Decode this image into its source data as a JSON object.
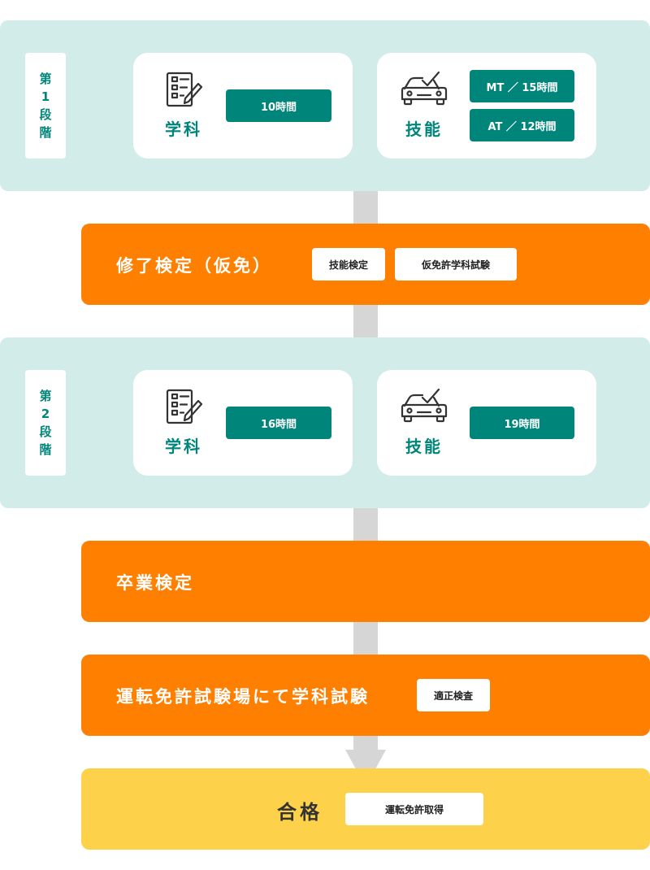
{
  "stage1": {
    "tag": [
      "第",
      "1",
      "段",
      "階"
    ],
    "academic": {
      "label": "学科",
      "hours": "10時間",
      "icon": "document-checklist-icon"
    },
    "practical": {
      "label": "技能",
      "hours": [
        "MT ／ 15時間",
        "AT ／ 12時間"
      ],
      "icon": "car-check-icon"
    }
  },
  "kentei1": {
    "title": "修了検定（仮免）",
    "chips": [
      "技能検定",
      "仮免許学科試験"
    ]
  },
  "stage2": {
    "tag": [
      "第",
      "2",
      "段",
      "階"
    ],
    "academic": {
      "label": "学科",
      "hours": "16時間",
      "icon": "document-checklist-icon"
    },
    "practical": {
      "label": "技能",
      "hours": "19時間",
      "icon": "car-check-icon"
    }
  },
  "sotsugyo": {
    "title": "卒業検定"
  },
  "shiken": {
    "title": "運転免許試験場にて学科試験",
    "chip": "適正検査"
  },
  "pass": {
    "title": "合格",
    "chip": "運転免許取得"
  },
  "colors": {
    "teal": "#00857a",
    "mint": "#d2ede9",
    "orange": "#ff7f00",
    "yellow": "#fdd24a",
    "connector": "#d6d6d6"
  }
}
